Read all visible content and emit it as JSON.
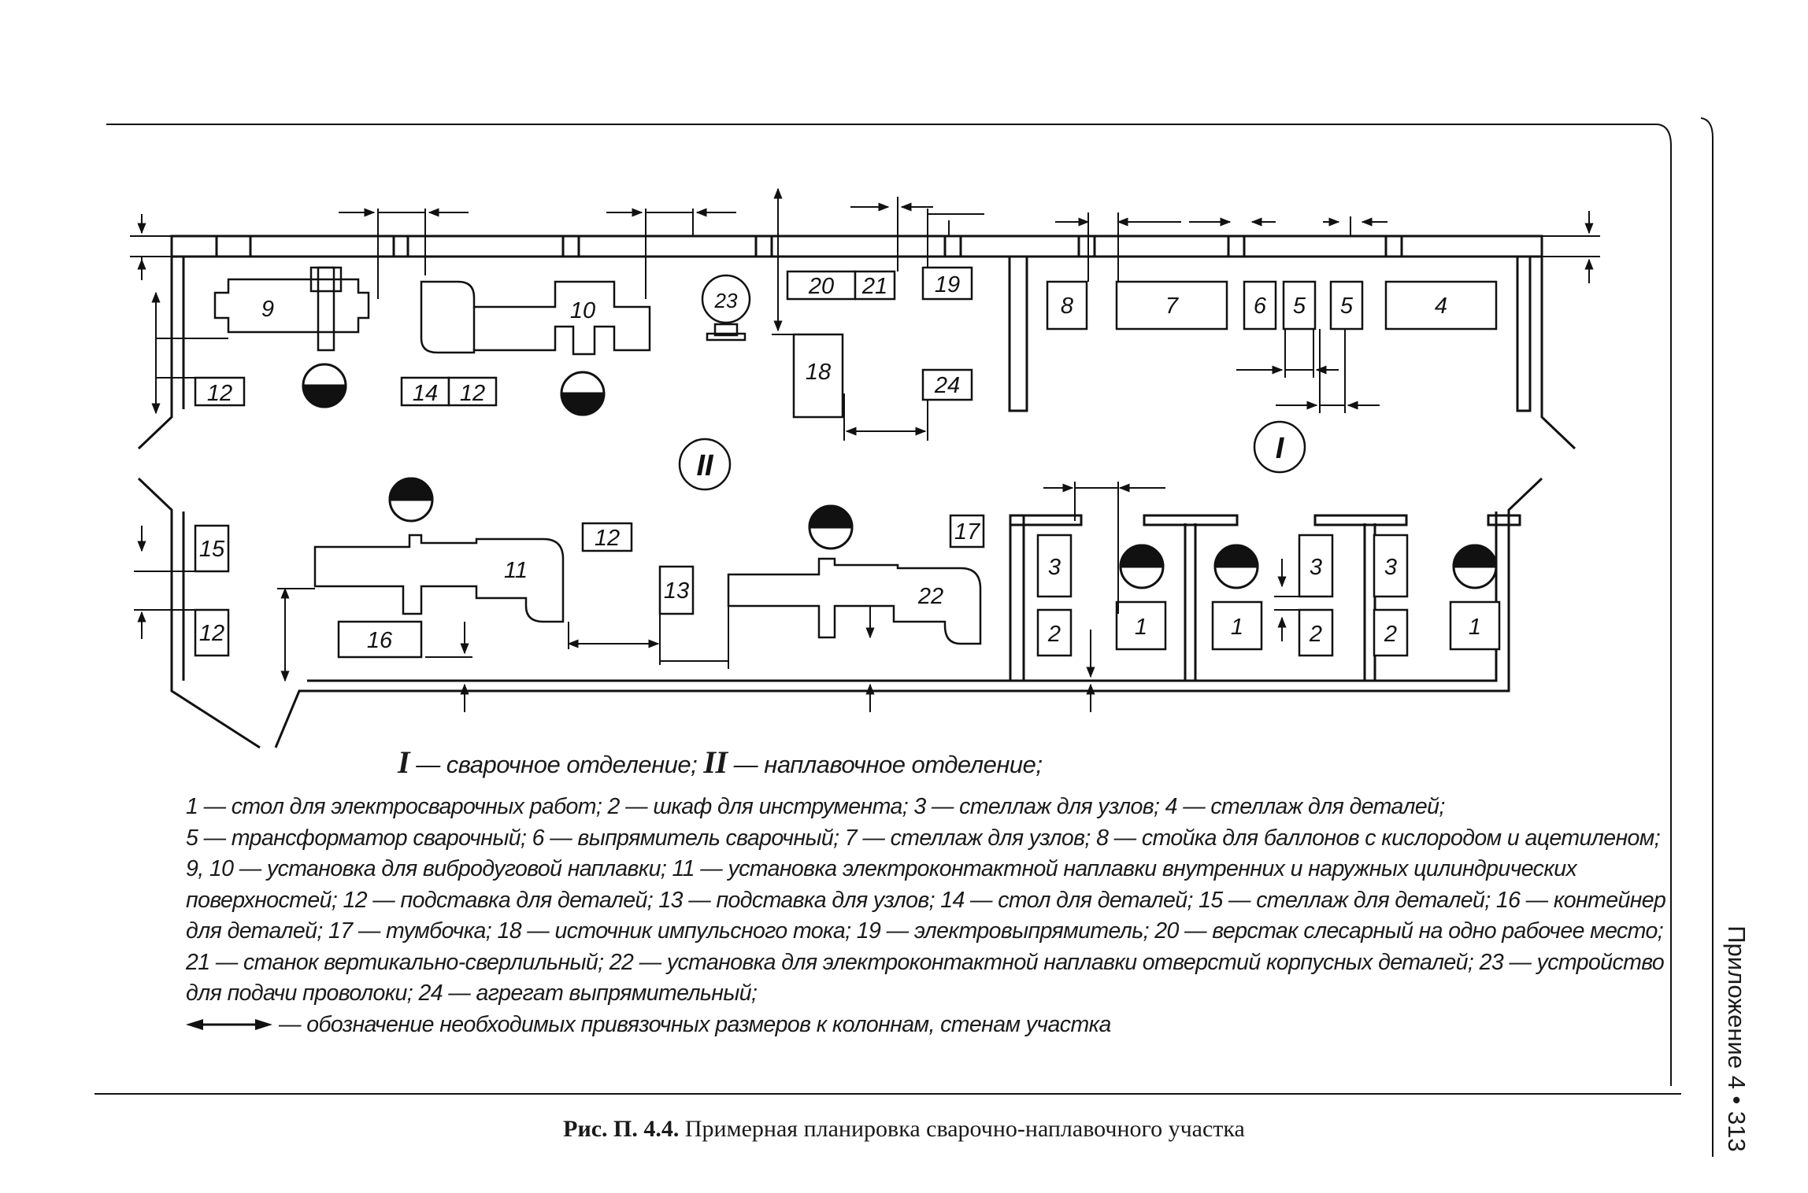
{
  "zones": {
    "I": "I",
    "II": "II"
  },
  "labels": {
    "n1": "1",
    "n2": "2",
    "n3": "3",
    "n4": "4",
    "n5": "5",
    "n6": "6",
    "n7": "7",
    "n8": "8",
    "n9": "9",
    "n10": "10",
    "n11": "11",
    "n12": "12",
    "n13": "13",
    "n14": "14",
    "n15": "15",
    "n16": "16",
    "n17": "17",
    "n18": "18",
    "n19": "19",
    "n20": "20",
    "n21": "21",
    "n22": "22",
    "n23": "23",
    "n24": "24"
  },
  "zone_legend": {
    "roman1": "I",
    "text1": " — сварочное отделение;",
    "roman2": "II",
    "text2": " — наплавочное отделение;"
  },
  "legend_lines": [
    "1 — стол для электросварочных работ; 2 — шкаф для инструмента; 3 — стеллаж для узлов; 4 — стеллаж для деталей;",
    "5 — трансформатор сварочный; 6 — выпрямитель сварочный; 7 — стеллаж для узлов; 8 — стойка для баллонов с кислородом и ацетиленом;",
    "9, 10 — установка для вибродуговой наплавки; 11 — установка электроконтактной наплавки внутренних и наружных цилиндрических",
    "поверхностей; 12 — подставка для деталей; 13 — подставка для узлов; 14 — стол для деталей; 15 — стеллаж для деталей; 16 — контейнер",
    "для деталей; 17 — тумбочка; 18 — источник импульсного тока; 19 — электровыпрямитель; 20 — верстак слесарный на одно рабочее место;",
    "21 — станок вертикально-сверлильный; 22 — установка для электроконтактной наплавки отверстий корпусных деталей; 23 — устройство",
    "для подачи проволоки; 24 — агрегат выпрямительный;"
  ],
  "arrow_note": "— обозначение необходимых привязочных размеров к колоннам, стенам участка",
  "caption": {
    "label": "Рис. П. 4.4.",
    "text": " Примерная планировка сварочно-наплавочного участка"
  },
  "side_tab": "Приложение 4  •  313"
}
